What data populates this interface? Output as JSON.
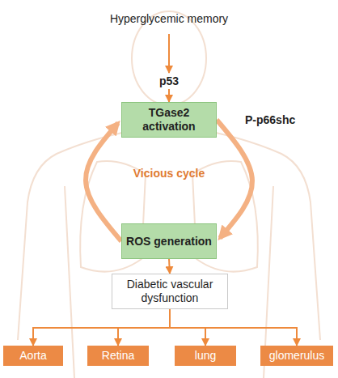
{
  "diagram": {
    "nodes": [
      {
        "text": [
          "Hyperglycemic memory"
        ]
      },
      {
        "text": [
          "p53"
        ]
      },
      {
        "text": [
          "TGase2 activation"
        ]
      },
      {
        "text": [
          "ROS generation"
        ]
      },
      {
        "text": [
          "Diabetic vascular dysfunction"
        ]
      },
      {
        "text": [
          "Aorta"
        ]
      },
      {
        "text": [
          "Retina"
        ]
      },
      {
        "text": [
          "lung"
        ]
      },
      {
        "text": [
          "glomerulus"
        ]
      }
    ],
    "edges": [
      {
        "from": 0,
        "to": 1,
        "arrow": "to"
      },
      {
        "from": 1,
        "to": 2,
        "arrow": "to"
      },
      {
        "from": 2,
        "to": 3,
        "label": "P-p66shc",
        "arrow": "to"
      },
      {
        "from": 3,
        "to": 2,
        "arrow": "to"
      },
      {
        "from": 3,
        "to": 4,
        "arrow": "to"
      },
      {
        "from": 4,
        "to": 5,
        "arrow": "to"
      },
      {
        "from": 4,
        "to": 6,
        "arrow": "to"
      },
      {
        "from": 4,
        "to": 7,
        "arrow": "to"
      },
      {
        "from": 4,
        "to": 8,
        "arrow": "to"
      }
    ],
    "labels": [
      "Vicious cycle"
    ]
  }
}
